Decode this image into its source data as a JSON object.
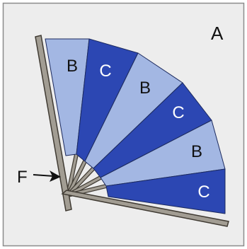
{
  "corner_label": "A",
  "pointer_label": "F",
  "panels": [
    {
      "label": "B",
      "tone": "light"
    },
    {
      "label": "C",
      "tone": "dark"
    },
    {
      "label": "B",
      "tone": "light"
    },
    {
      "label": "C",
      "tone": "dark"
    },
    {
      "label": "B",
      "tone": "light"
    },
    {
      "label": "C",
      "tone": "dark"
    }
  ],
  "colors": {
    "background": "#ededed",
    "border": "#8c8c8c",
    "light_panel": "#a3b7e3",
    "dark_panel": "#2c47b3",
    "stick": "#a29d93",
    "stick_edge": "#403b33",
    "outline": "#1c2a5e"
  }
}
